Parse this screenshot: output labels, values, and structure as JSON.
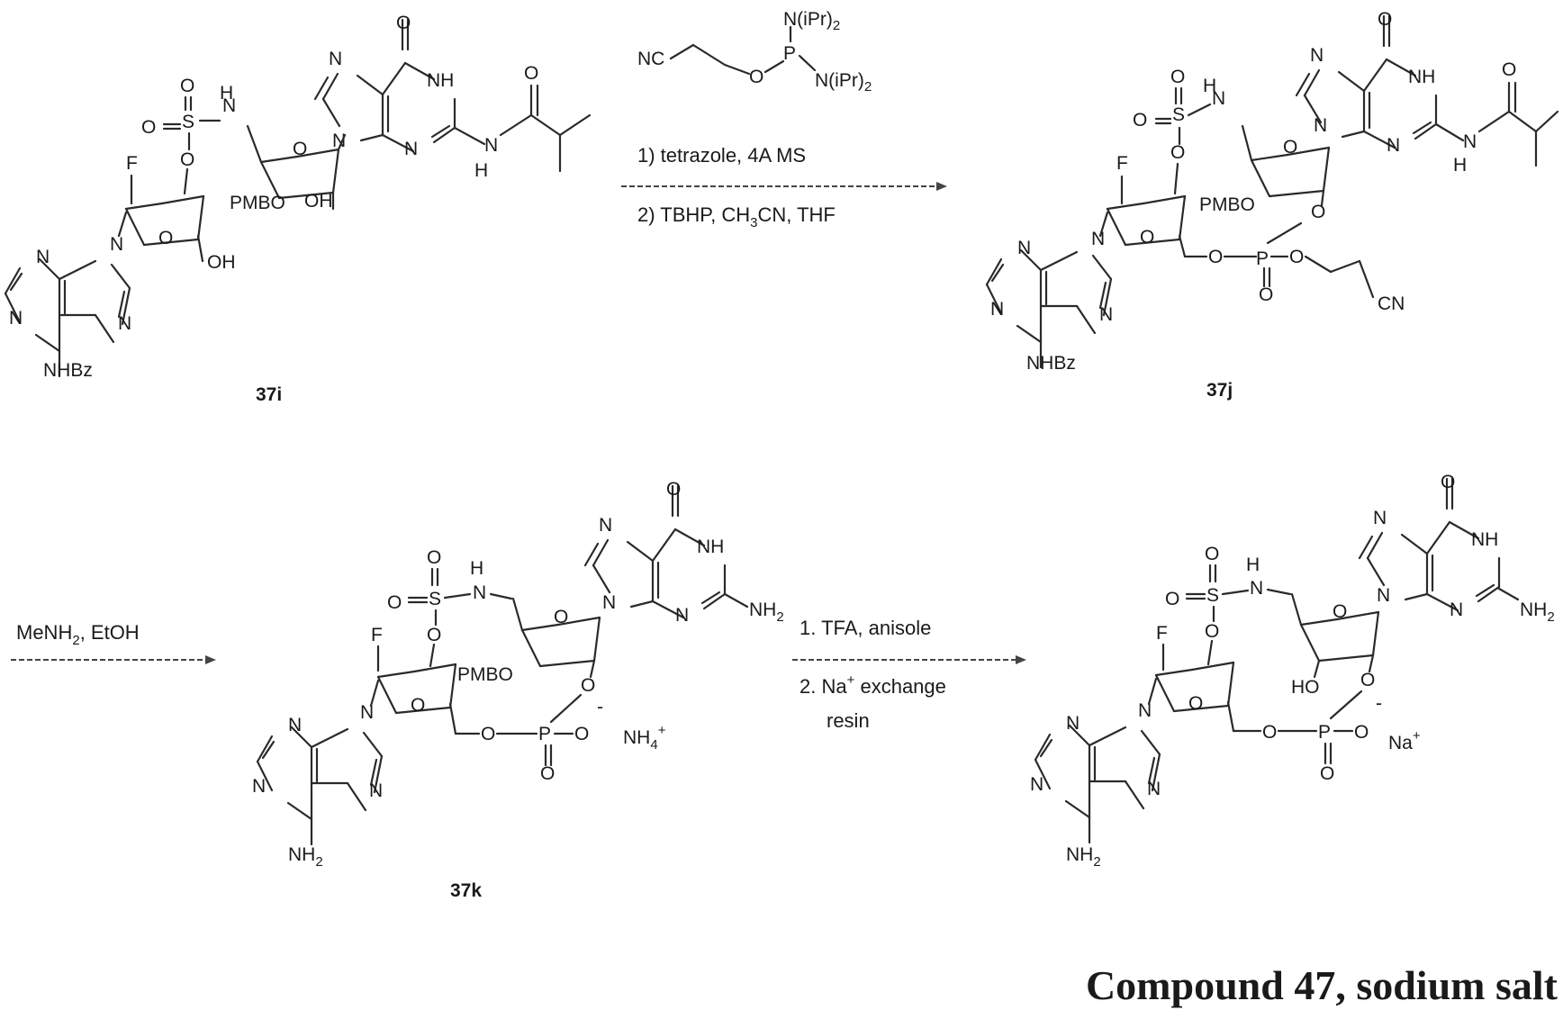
{
  "compounds": {
    "c37i": {
      "id": "37i",
      "atoms": {
        "o_top": "O",
        "n7": "N",
        "nh1": "NH",
        "n3": "N",
        "n9": "N",
        "o_amide": "O",
        "n_amide": "N",
        "h_amide": "H",
        "o_s1": "O",
        "s": "S",
        "o_s2": "O",
        "h_sn": "H",
        "n_s": "N",
        "o_ring_a": "O",
        "o_ester": "O",
        "f": "F",
        "pmbo": "PMBO",
        "oh_b": "OH",
        "o_ring_b": "O",
        "oh_ch2": "OH",
        "an9": "N",
        "an1": "N",
        "an3": "N",
        "an7": "N",
        "nhbz": "NHBz"
      }
    },
    "c37j": {
      "id": "37j",
      "atoms": {
        "o_top": "O",
        "n7": "N",
        "nh1": "NH",
        "n3": "N",
        "n9": "N",
        "o_amide": "O",
        "n_amide": "N",
        "h_amide": "H",
        "o_s1": "O",
        "s": "S",
        "o_s2": "O",
        "h_sn": "H",
        "n_s": "N",
        "o_ring_a": "O",
        "o_ester": "O",
        "f": "F",
        "pmbo": "PMBO",
        "o_2": "O",
        "o_ring_b": "O",
        "an9": "N",
        "an1": "N",
        "an3": "N",
        "an7": "N",
        "nhbz": "NHBz",
        "o_p1": "O",
        "p": "P",
        "o_p2": "O",
        "o_p3": "O",
        "cn": "CN"
      }
    },
    "c37k": {
      "id": "37k",
      "atoms": {
        "o_top": "O",
        "n7": "N",
        "nh1": "NH",
        "n3": "N",
        "n9": "N",
        "nh2_g": "NH",
        "o_s1": "O",
        "s": "S",
        "o_s2": "O",
        "h_sn": "H",
        "n_s": "N",
        "o_ring_a": "O",
        "o_ester": "O",
        "f": "F",
        "pmbo": "PMBO",
        "o_2": "O",
        "o_ring_b": "O",
        "an9": "N",
        "an1": "N",
        "an3": "N",
        "an7": "N",
        "nh2_a": "NH",
        "o_p1": "O",
        "p": "P",
        "o_p2": "O",
        "o_p3": "O",
        "minus": "-",
        "counter": "NH",
        "counter_sub": "4",
        "counter_sup": "+"
      }
    },
    "c47": {
      "atoms": {
        "o_top": "O",
        "n7": "N",
        "nh1": "NH",
        "n3": "N",
        "n9": "N",
        "nh2_g": "NH",
        "o_s1": "O",
        "s": "S",
        "o_s2": "O",
        "h_sn": "H",
        "n_s": "N",
        "o_ring_a": "O",
        "o_ester": "O",
        "f": "F",
        "ho": "HO",
        "o_2": "O",
        "o_ring_b": "O",
        "an9": "N",
        "an1": "N",
        "an3": "N",
        "an7": "N",
        "nh2_a": "NH",
        "o_p1": "O",
        "p": "P",
        "o_p2": "O",
        "o_p3": "O",
        "minus": "-",
        "counter": "Na",
        "counter_sup": "+"
      }
    }
  },
  "reagent": {
    "nc": "NC",
    "o": "O",
    "p": "P",
    "n_top": "N(iPr)",
    "n_top_sub": "2",
    "n_bottom": "N(iPr)",
    "n_bottom_sub": "2"
  },
  "step1": {
    "line1": "1) tetrazole, 4A MS",
    "line2_a": "2) TBHP, CH",
    "line2_sub": "3",
    "line2_b": "CN, THF"
  },
  "step2": {
    "line1_a": "MeNH",
    "line1_sub": "2",
    "line1_b": ", EtOH"
  },
  "step3": {
    "line1": "1. TFA, anisole",
    "line2_a": "2. Na",
    "line2_sup": "+",
    "line2_b": " exchange",
    "line3": "resin"
  },
  "amine_subscript": "2",
  "caption": "Compound 47, sodium salt"
}
